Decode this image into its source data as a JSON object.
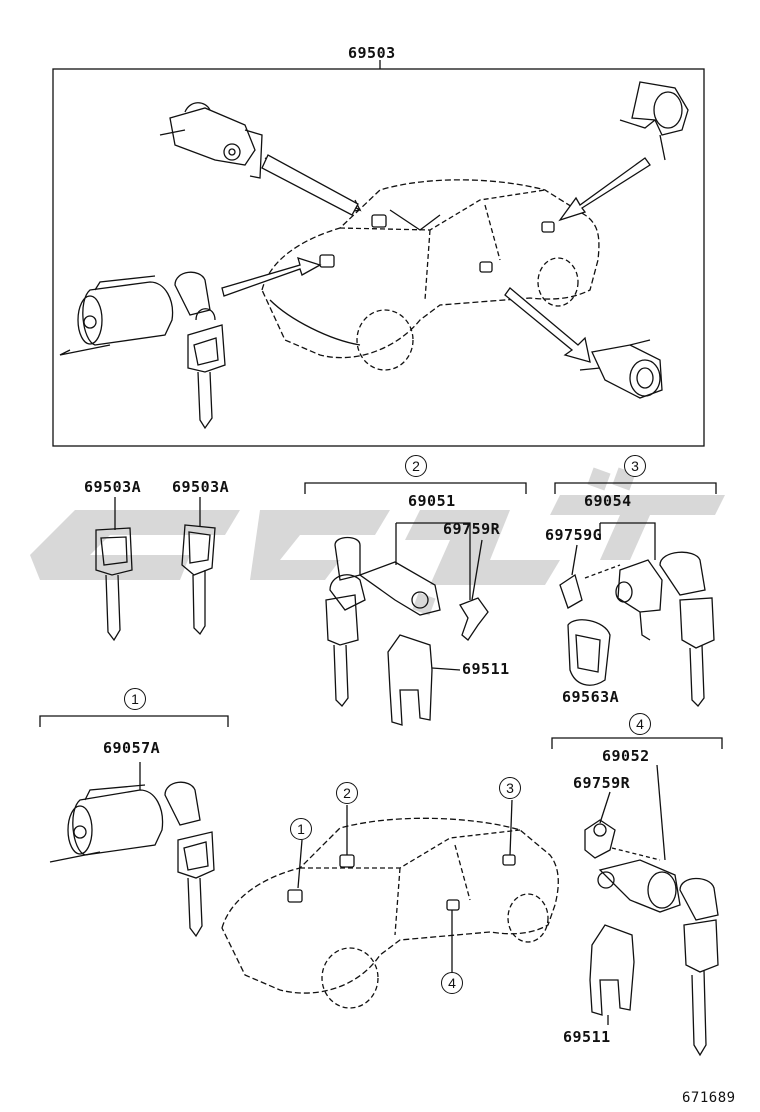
{
  "assembly": {
    "number": "69503"
  },
  "callouts": {
    "key_a": "69503A",
    "key_b": "69503A",
    "g2_part": "69051",
    "g2_sub": "69759R",
    "g2_rod": "69511",
    "g3_part": "69054",
    "g3_sub": "69759G",
    "g3_pad": "69563A",
    "g1_part": "69057A",
    "g4_part": "69052",
    "g4_sub": "69759R",
    "g4_rod": "69511"
  },
  "group_markers": {
    "g1": "1",
    "g2": "2",
    "g3": "3",
    "g4": "4",
    "car1": "1",
    "car2": "2",
    "car3": "3",
    "car4": "4"
  },
  "figure_id": "671689",
  "colors": {
    "ink": "#111111",
    "watermark": "#d6d6d6"
  },
  "icons": [
    "lock-cylinder-icon",
    "key-icon",
    "car-outline-icon"
  ]
}
